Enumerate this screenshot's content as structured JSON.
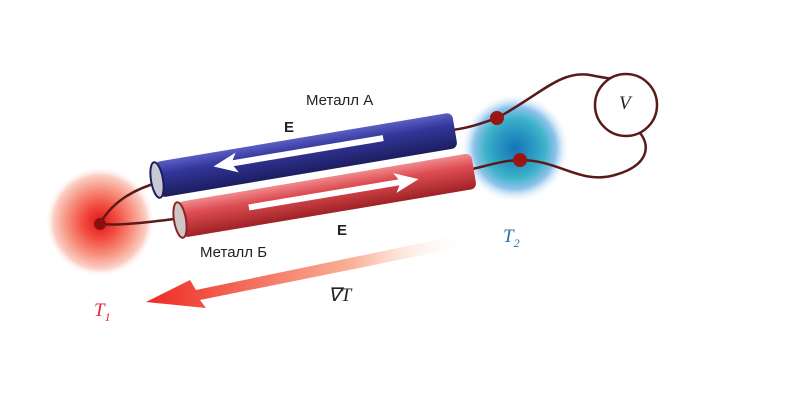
{
  "labels": {
    "metal_a": "Металл А",
    "metal_b": "Металл Б",
    "field_a": "E",
    "field_b": "E",
    "gradient": "∇T",
    "t1": "T",
    "t1_sub": "1",
    "t2": "T",
    "t2_sub": "2",
    "voltmeter": "V"
  },
  "colors": {
    "metal_a": "#2e2f8c",
    "metal_b": "#d9474c",
    "hot": "#e8262b",
    "cold": "#2a6fb0",
    "wire": "#5a1a1a"
  }
}
